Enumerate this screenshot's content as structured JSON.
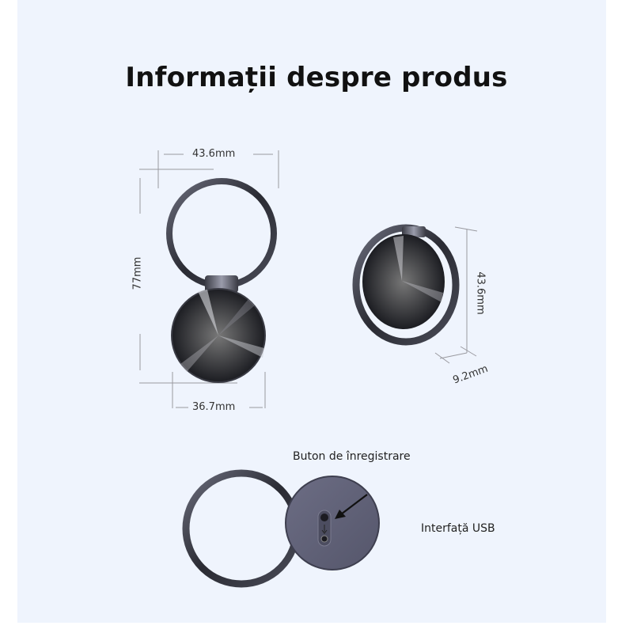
{
  "page": {
    "title": "Informații despre produs",
    "background_color": "#eff4fd"
  },
  "front_view": {
    "width_top_label": "43.6mm",
    "height_label": "77mm",
    "width_bottom_label": "36.7mm"
  },
  "side_view": {
    "diameter_label": "43.6mm",
    "thickness_label": "9.2mm"
  },
  "back_view": {
    "record_button_label": "Buton de înregistrare",
    "usb_label": "Interfață USB",
    "arrow_icon": "arrow-down-left"
  },
  "colors": {
    "metal_dark": "#2a2b33",
    "metal_mid": "#5a5c6b",
    "back_plate": "#5d5e75",
    "dim_line": "#9a9aa0"
  }
}
